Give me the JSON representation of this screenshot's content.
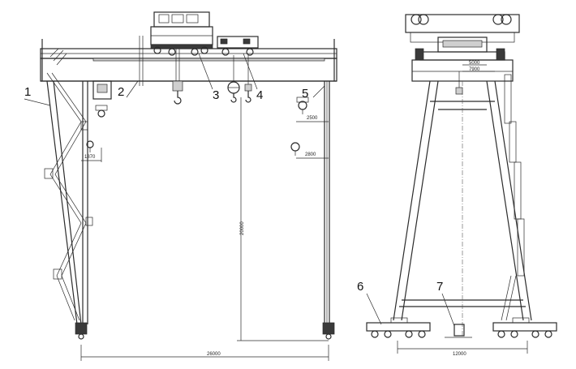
{
  "callouts": {
    "c1": "1",
    "c2": "2",
    "c3": "3",
    "c4": "4",
    "c5": "5",
    "c6": "6",
    "c7": "7"
  },
  "dimensions": {
    "d_1870": "1870",
    "d_2500": "2500",
    "d_2800": "2800",
    "d_20000": "20000",
    "d_26000": "26000",
    "d_5000": "5000",
    "d_7900": "7900",
    "d_12000": "12000"
  }
}
